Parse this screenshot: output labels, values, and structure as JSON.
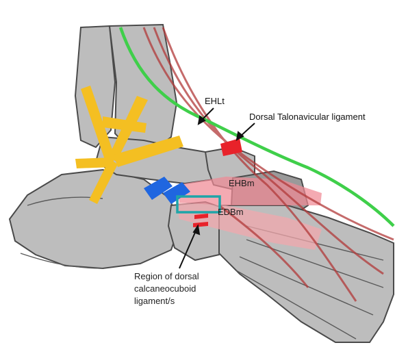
{
  "colors": {
    "bone_fill": "#bdbdbd",
    "bone_dark": "#9a9a9a",
    "bone_outline": "#4a4a4a",
    "tendon_green": "#3fcf4a",
    "tendon_red": "#b23a3a",
    "ligament_yellow": "#f4bf22",
    "ligament_blue": "#1f66e0",
    "muscle_pink": "#f08a95",
    "highlight_red": "#e8222a",
    "box_teal": "#1ea5a8"
  },
  "labels": {
    "ehlt": "EHLt",
    "dorsal_talonavicular": "Dorsal Talonavicular ligament",
    "ehbm": "EHBm",
    "edbm": "EDBm",
    "region_lines": [
      "Region of dorsal",
      "calcaneocuboid",
      "ligament/s"
    ]
  }
}
